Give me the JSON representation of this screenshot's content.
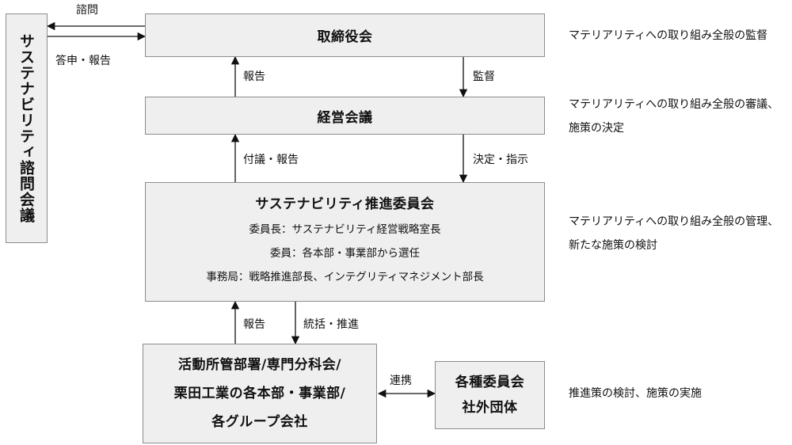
{
  "advisory": {
    "title": "サステナビリティ諮問会議"
  },
  "board": {
    "title": "取締役会",
    "desc": "マテリアリティへの取り組み全般の監督"
  },
  "management": {
    "title": "経営会議",
    "desc": [
      "マテリアリティへの取り組み全般の審議、",
      "施策の決定"
    ]
  },
  "committee": {
    "title": "サステナビリティ推進委員会",
    "lines": [
      "委員長：サステナビリティ経営戦略室長",
      "委員：各本部・事業部から選任",
      "事務局：戦略推進部長、インテグリティマネジメント部長"
    ],
    "desc": [
      "マテリアリティへの取り組み全般の管理、",
      "新たな施策の検討"
    ]
  },
  "divisions": {
    "lines": [
      "活動所管部署/専門分科会/",
      "栗田工業の各本部・事業部/",
      "各グループ会社"
    ],
    "desc": "推進策の検討、施策の実施"
  },
  "committees": {
    "lines": [
      "各種委員会",
      "社外団体"
    ]
  },
  "arrows": {
    "consult": "諮問",
    "answer_report": "答申・報告",
    "report_top": "報告",
    "supervise": "監督",
    "proposal_report": "付議・報告",
    "decision_instruction": "決定・指示",
    "report_bottom": "報告",
    "integration_promotion": "統括・推進",
    "collaboration": "連携"
  }
}
